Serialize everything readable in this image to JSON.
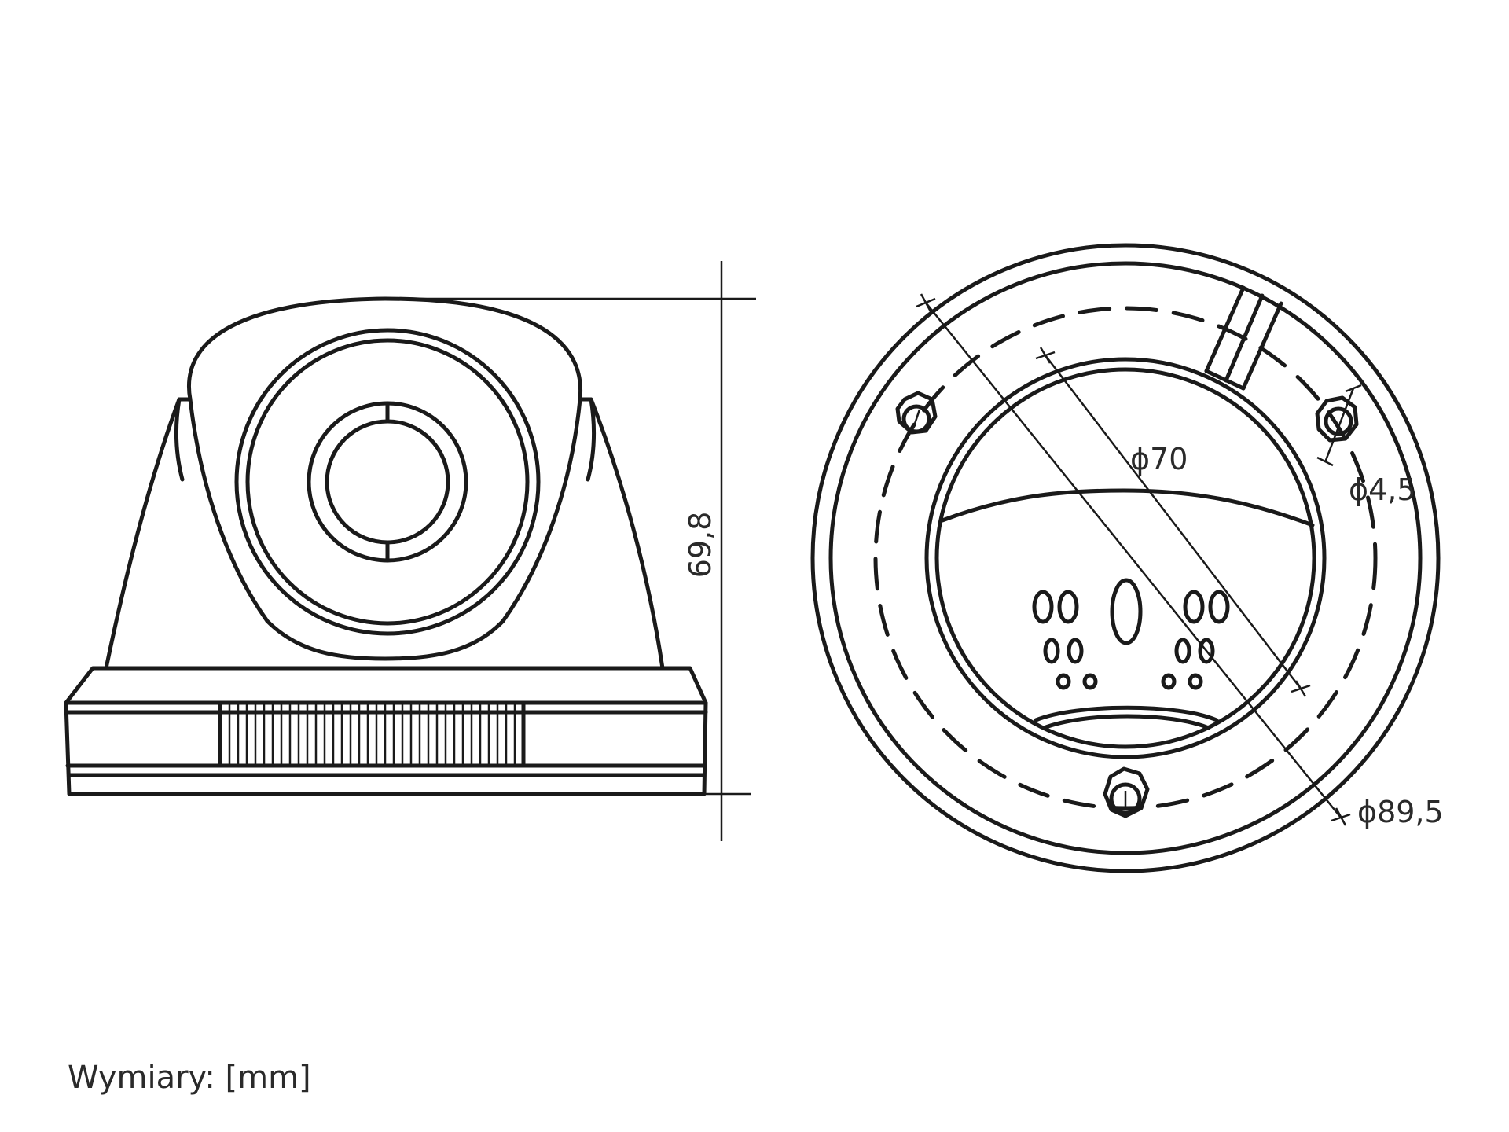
{
  "dimensions": {
    "height": "69,8",
    "inner_diameter": "ϕ70",
    "hole_diameter": "ϕ4,5",
    "outer_diameter": "ϕ89,5"
  },
  "caption": "Wymiary: [mm]"
}
